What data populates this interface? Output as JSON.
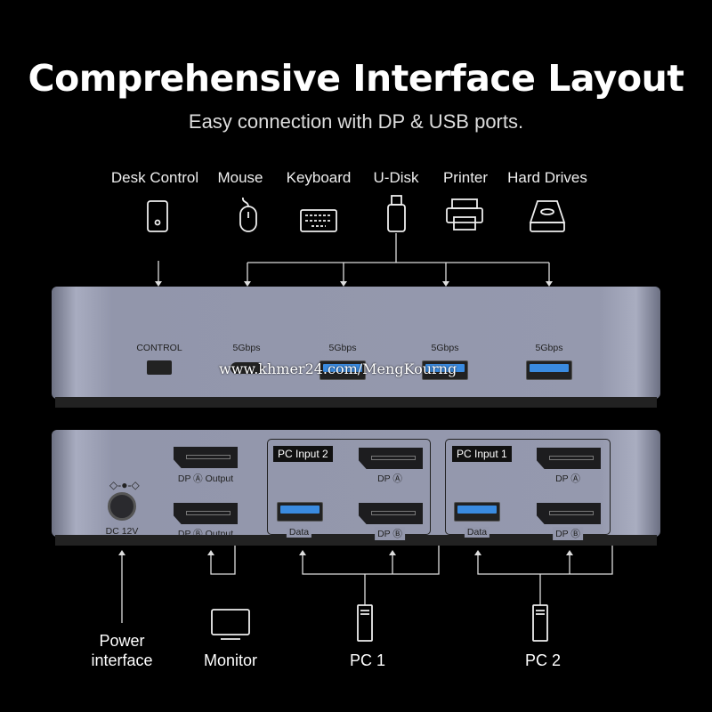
{
  "title": "Comprehensive Interface Layout",
  "subtitle": "Easy connection with DP & USB ports.",
  "peripherals": [
    "Desk Control",
    "Mouse",
    "Keyboard",
    "U-Disk",
    "Printer",
    "Hard Drives"
  ],
  "front": {
    "control": "CONTROL",
    "speeds": [
      "5Gbps",
      "5Gbps",
      "5Gbps",
      "5Gbps"
    ]
  },
  "back": {
    "dc": "DC 12V",
    "dp_a_out": "DP Ⓐ Output",
    "dp_b_out": "DP Ⓑ Output",
    "pc2": "PC Input 2",
    "pc1": "PC Input 1",
    "dp_a": "DP Ⓐ",
    "dp_b": "DP Ⓑ",
    "data": "Data"
  },
  "bottom": {
    "power": "Power interface",
    "monitor": "Monitor",
    "pc1": "PC 1",
    "pc2": "PC 2"
  },
  "watermark": "www.khmer24.com/MengKourng"
}
